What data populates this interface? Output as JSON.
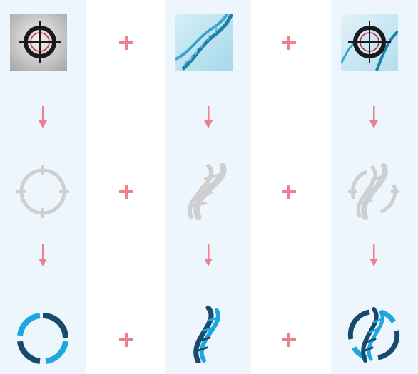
{
  "diagram": {
    "columns": [
      "target",
      "dna",
      "target-plus-dna"
    ],
    "rows": [
      "photo",
      "grey-icon",
      "logo-icon"
    ],
    "operator": "plus",
    "colors": {
      "column_bg": "#eef6fd",
      "operator": "#ef7f8c",
      "arrow": "#ef7f8c",
      "grey_icon": "#cfcfcf",
      "dark_blue": "#184a6c",
      "light_blue": "#1ca7df",
      "target_photo_bg": "#c8c8c8",
      "dna_photo_bg": "#bfe3ef"
    }
  }
}
